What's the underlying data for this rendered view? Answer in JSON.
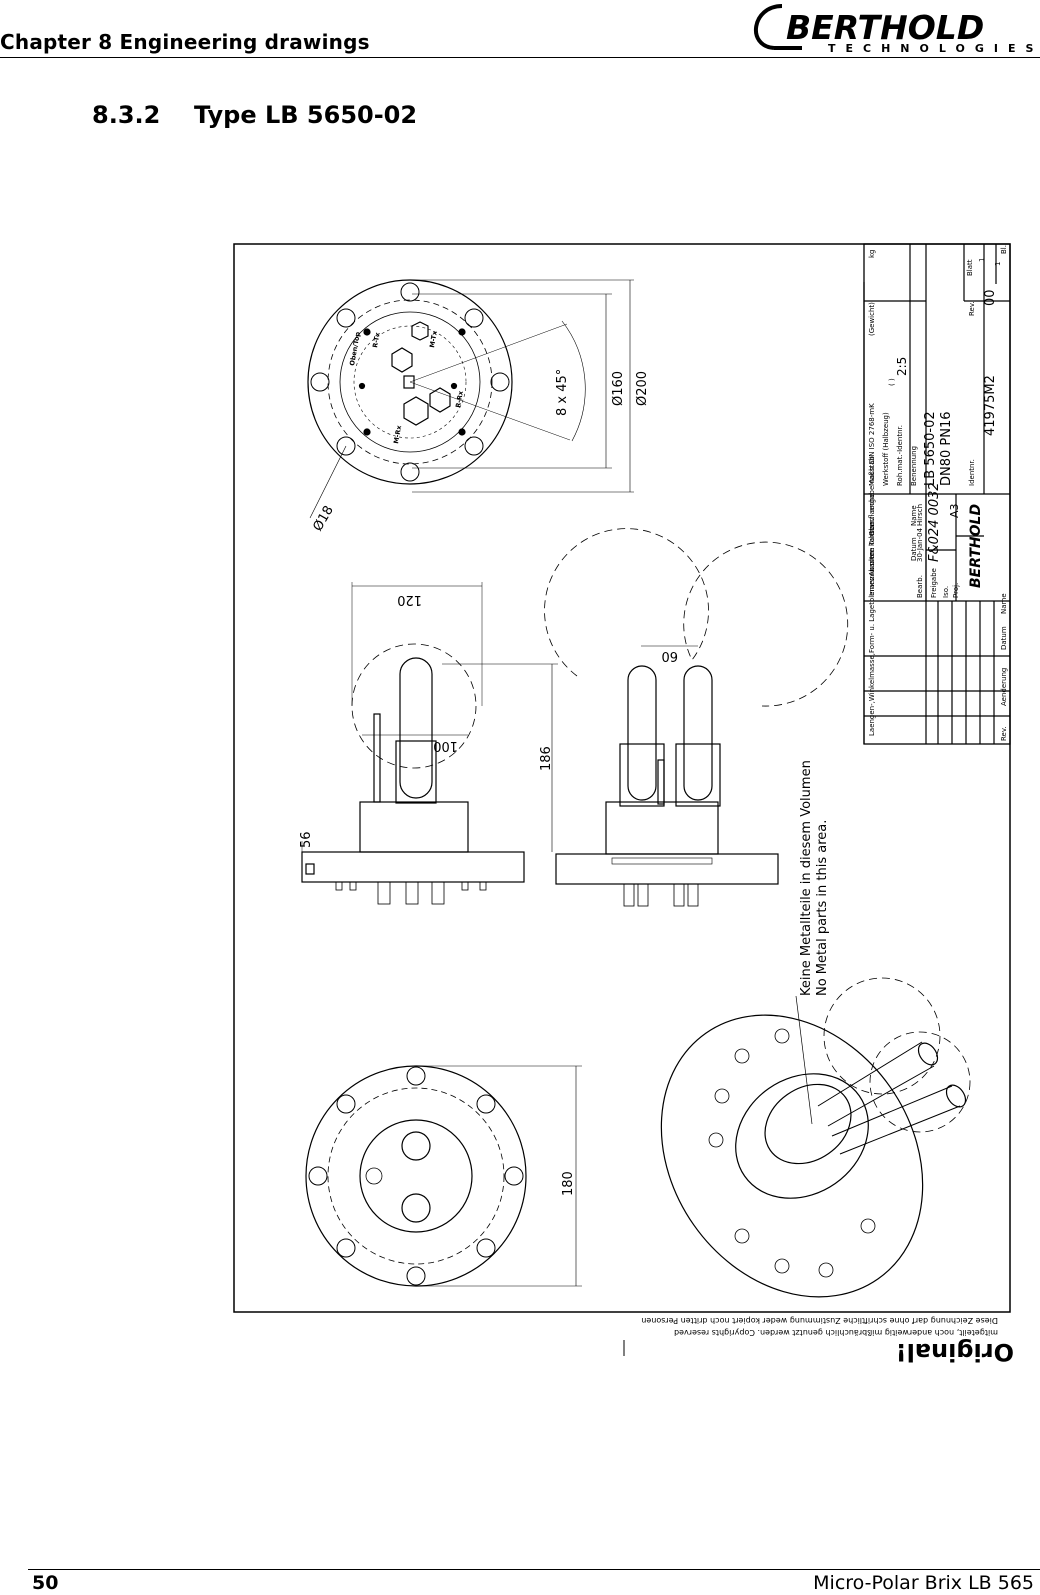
{
  "header": {
    "title": "Chapter 8 Engineering drawings",
    "logo_main": "BERTHOLD",
    "logo_sub": "TECHNOLOGIES"
  },
  "section": {
    "number": "8.3.2",
    "title": "Type LB 5650-02"
  },
  "drawing": {
    "dims": {
      "d18": "Ø18",
      "d160": "Ø160",
      "d200": "Ø200",
      "angle": "8 x 45°",
      "w120": "120",
      "w100": "100",
      "h186": "186",
      "h56": "56",
      "w60": "60",
      "h180": "180"
    },
    "labels": {
      "oben_top": "Oben/Top",
      "r_tx": "R-Tx",
      "m_tx": "M-Tx",
      "r_rx": "R-Rx",
      "m_rx": "M-Rx"
    },
    "note_de": "Keine Metallteile in diesem Volumen",
    "note_en": "No Metal parts in this area.",
    "title_block": {
      "tolerance_note": "Laengen-,Winkelmasse,Form- u. Lagetoleranzen ohne Toleranz- angabe nach DIN ISO 2768-mK",
      "kanten_innen": "Innen- kanten",
      "kanten_aussen": "Aussen- kanten",
      "oberflaeche_label": "Oberflaeche",
      "massstab_label": "Maßstab",
      "massstab_value": "2:5",
      "gewicht_label": "(Gewicht)",
      "gewicht_unit": "kg",
      "werkstoff_label": "Werkstoff (Halbzeug)",
      "rohmat_label": "Roh.mat.-Identnr.",
      "paren": "( )",
      "benennung_label": "Benennung",
      "benennung_1": "LB 5650-02",
      "benennung_2": "DN80 PN16",
      "datum_label": "Datum",
      "name_label": "Name",
      "bearb_label": "Bearb.",
      "bearb_date": "30-Jan-04",
      "bearb_name": "Hirsch",
      "freigabe_label": "Freigabe",
      "freigabe_value": "F&024 0032",
      "iso_label": "Iso.",
      "proj_label": "Proj.",
      "format": "A3",
      "identnr_label": "Identnr.",
      "identnr_value": "41975M2",
      "rev_label": "Rev.",
      "rev_value": "00",
      "blatt_label": "Blatt",
      "blatt_value": "1",
      "bl_label": "Bl.",
      "bl_value": "1",
      "aend_rev": "Rev.",
      "aend_label": "Aenderung",
      "aend_datum": "Datum",
      "aend_name": "Name",
      "logo": "BERTHOLD"
    },
    "copyright_1": "Diese Zeichnung darf ohne schriftliche Zustimmung weder kopiert noch dritten Personen",
    "copyright_2": "mitgeteilt, noch anderweitig mißbräuchlich genutzt werden. Copyrights reserved",
    "stamp": "Original!"
  },
  "footer": {
    "page_number": "50",
    "doc_title": "Micro-Polar Brix LB 565"
  }
}
